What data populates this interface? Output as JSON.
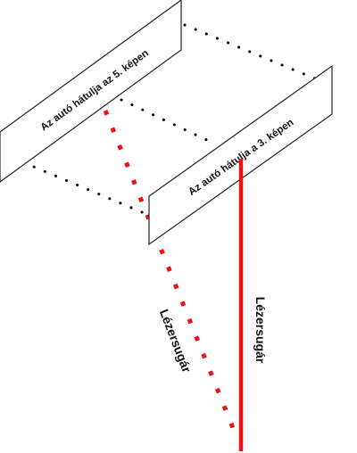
{
  "panels": {
    "rear_5": {
      "label": "Az autó hátulja az 5. képen"
    },
    "rear_3": {
      "label": "Az autó hátulja a 3. képen"
    }
  },
  "beams": {
    "dotted_label": "Lézersugár",
    "solid_label": "Lézersugár"
  },
  "colors": {
    "laser": "#ee1111",
    "outline": "#222222",
    "connector": "#000000"
  }
}
